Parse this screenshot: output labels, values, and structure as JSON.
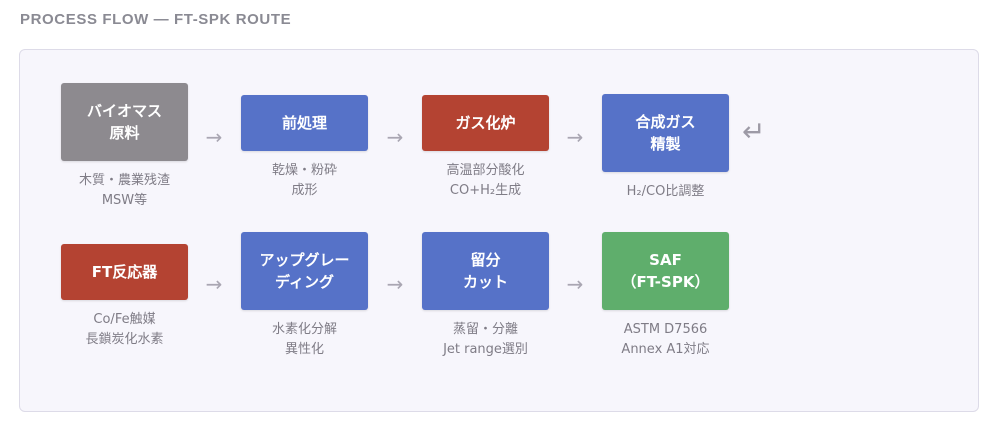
{
  "title": "PROCESS FLOW — FT-SPK ROUTE",
  "row1": [
    {
      "name": "バイオマス\n原料",
      "color": "gray",
      "sub": [
        "木質・農業残渣",
        "MSW等"
      ]
    },
    {
      "name": "前処理",
      "color": "blue",
      "sub": [
        "乾燥・粉砕",
        "成形"
      ]
    },
    {
      "name": "ガス化炉",
      "color": "red",
      "sub": [
        "高温部分酸化",
        "CO+H₂生成"
      ]
    },
    {
      "name": "合成ガス\n精製",
      "color": "blue",
      "sub": [
        "H₂/CO比調整"
      ]
    }
  ],
  "row2": [
    {
      "name": "FT反応器",
      "color": "red",
      "sub": [
        "Co/Fe触媒",
        "長鎖炭化水素"
      ]
    },
    {
      "name": "アップグレー\nディング",
      "color": "blue",
      "sub": [
        "水素化分解",
        "異性化"
      ]
    },
    {
      "name": "留分\nカット",
      "color": "blue",
      "sub": [
        "蒸留・分離",
        "Jet range選別"
      ]
    },
    {
      "name": "SAF\n（FT-SPK）",
      "color": "green",
      "sub": [
        "ASTM D7566",
        "Annex A1対応"
      ]
    }
  ],
  "arrow_symbol": "→",
  "return_symbol": "↵",
  "colors": {
    "gray": "#8d8a8f",
    "blue": "#5672c8",
    "red": "#b44332",
    "green": "#5fae6c"
  }
}
